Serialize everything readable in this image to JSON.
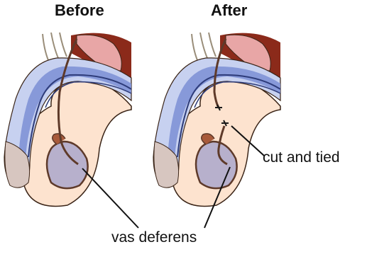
{
  "panels": [
    {
      "title": "Before"
    },
    {
      "title": "After"
    }
  ],
  "labels": {
    "cut_tied": "cut and tied",
    "vas_deferens": "vas deferens"
  },
  "colors": {
    "skin": "#fde3cf",
    "skin_dark": "#f3c9ad",
    "shaft_blue": "#7f92d6",
    "shaft_light": "#c7d1f0",
    "tissue_red": "#8b2a1a",
    "tissue_pink": "#e8a6a6",
    "testis": "#b7b0cc",
    "outline": "#3a2417"
  }
}
